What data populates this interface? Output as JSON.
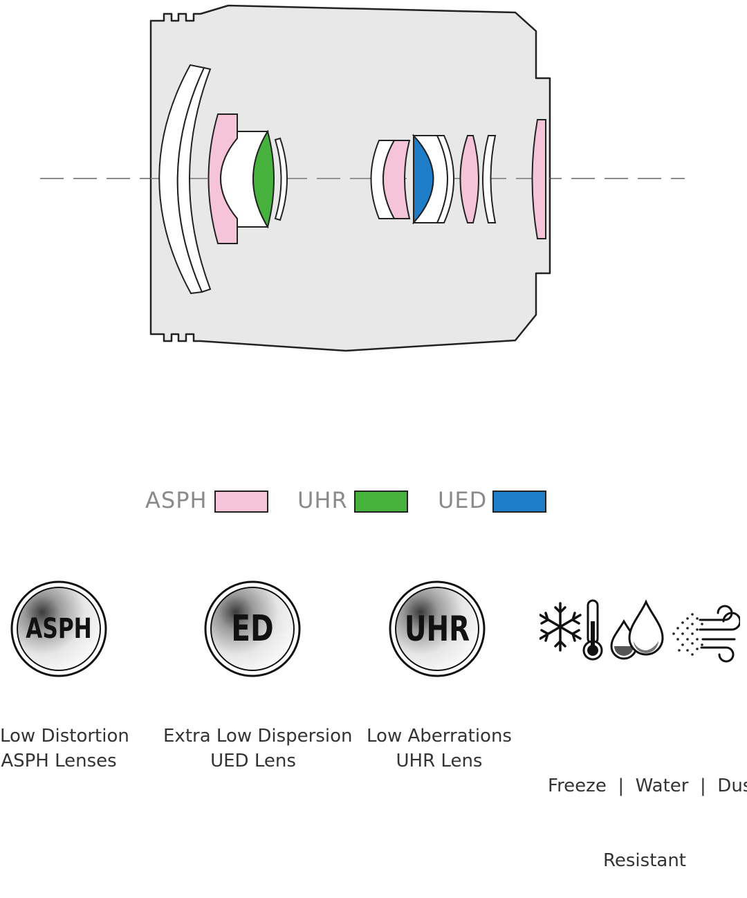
{
  "colors": {
    "asph": "#f6c4d8",
    "uhr": "#46b23d",
    "ued": "#1f7cc7",
    "body": "#e8e8e8",
    "outline": "#222222"
  },
  "legend": [
    {
      "label": "ASPH",
      "color": "#f6c4d8"
    },
    {
      "label": "UHR",
      "color": "#46b23d"
    },
    {
      "label": "UED",
      "color": "#1f7cc7"
    }
  ],
  "badges": [
    {
      "label": "ASPH",
      "icon": "asph-badge-icon"
    },
    {
      "label": "ED",
      "icon": "ed-badge-icon"
    },
    {
      "label": "UHR",
      "icon": "uhr-badge-icon"
    }
  ],
  "features": [
    {
      "line1": "Low Distortion",
      "line2": "ASPH Lenses"
    },
    {
      "line1": "Extra Low Dispersion",
      "line2": "UED Lens"
    },
    {
      "line1": "Low Aberrations",
      "line2": "UHR Lens"
    },
    {
      "line1": "Freeze  |  Water  |  Dust",
      "line2": "Resistant"
    }
  ],
  "weather_icons": [
    "snowflake-icon",
    "thermometer-icon",
    "water-drops-icon",
    "dust-wind-icon"
  ]
}
